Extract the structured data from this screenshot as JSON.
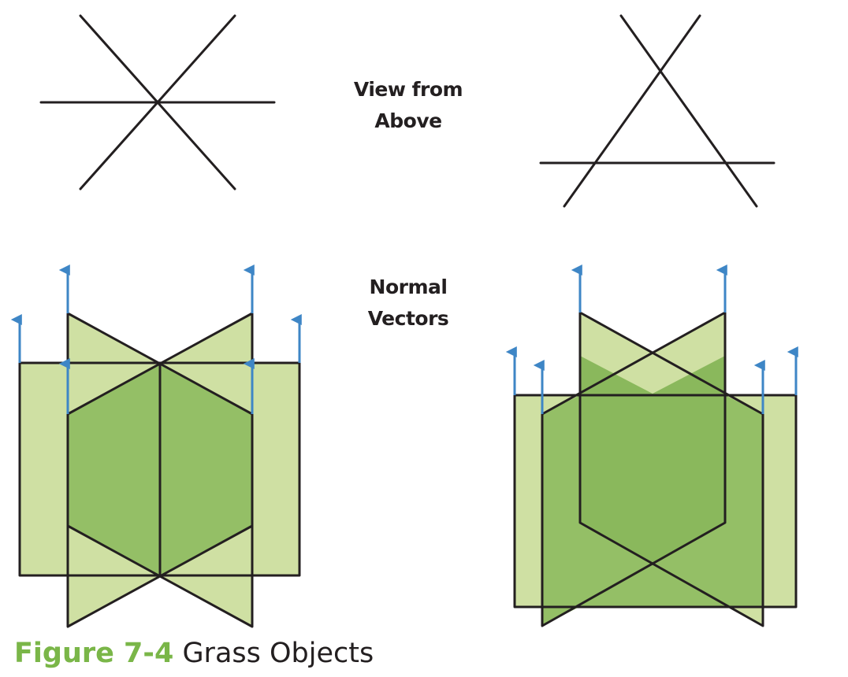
{
  "labels": {
    "view_from_above_line1": "View from",
    "view_from_above_line2": "Above",
    "normal_vectors_line1": "Normal",
    "normal_vectors_line2": "Vectors"
  },
  "caption": {
    "figure_number": "Figure 7-4",
    "title": "Grass Objects"
  },
  "colors": {
    "quad_fill": "#cfe0a3",
    "overlap_fill": "#94bf66",
    "outline": "#231f20",
    "normal_arrow": "#3e86c6",
    "caption_accent": "#7ab648"
  }
}
